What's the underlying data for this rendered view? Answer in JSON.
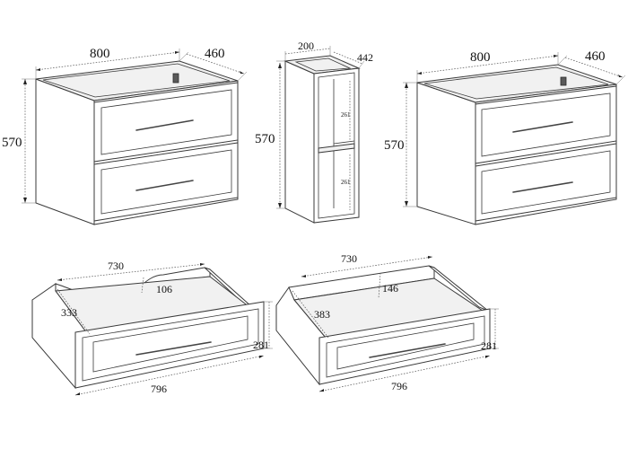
{
  "cabinet_left": {
    "width": "800",
    "depth": "460",
    "height": "570"
  },
  "column_unit": {
    "width": "200",
    "depth": "442",
    "height": "570",
    "shelf_top": "261",
    "shelf_bottom": "261"
  },
  "cabinet_right": {
    "width": "800",
    "depth": "460",
    "height": "570"
  },
  "drawer_left": {
    "inner_width": "730",
    "cutout_depth": "106",
    "side_depth": "333",
    "front_height": "281",
    "front_width": "796"
  },
  "drawer_right": {
    "inner_width": "730",
    "inner_depth": "146",
    "side_depth": "383",
    "front_height": "281",
    "front_width": "796"
  }
}
